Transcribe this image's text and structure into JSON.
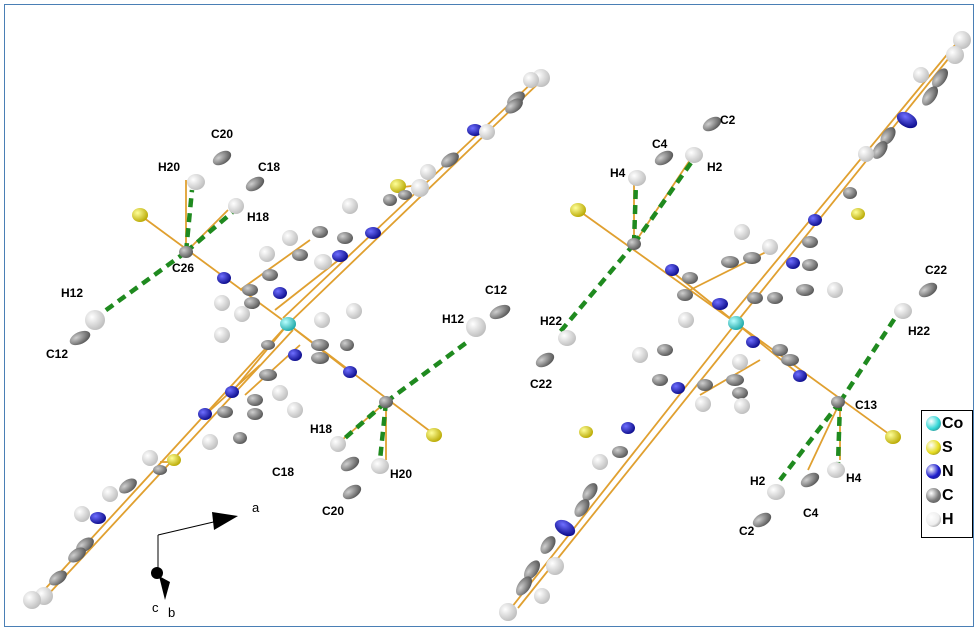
{
  "labels_left": [
    {
      "t": "C20"
    },
    {
      "t": "H20"
    },
    {
      "t": "C18"
    },
    {
      "t": "H18"
    },
    {
      "t": "C26"
    },
    {
      "t": "H12"
    },
    {
      "t": "C12"
    },
    {
      "t": "C12"
    },
    {
      "t": "H12"
    },
    {
      "t": "H18"
    },
    {
      "t": "C18"
    },
    {
      "t": "H20"
    },
    {
      "t": "C20"
    }
  ],
  "labels_right": [
    {
      "t": "C2"
    },
    {
      "t": "C4"
    },
    {
      "t": "H4"
    },
    {
      "t": "H2"
    },
    {
      "t": "H22"
    },
    {
      "t": "C22"
    },
    {
      "t": "C22"
    },
    {
      "t": "H22"
    },
    {
      "t": "C13"
    },
    {
      "t": "H2"
    },
    {
      "t": "H4"
    },
    {
      "t": "C4"
    },
    {
      "t": "C2"
    }
  ],
  "axes": {
    "a": "a",
    "c": "c",
    "b": "b"
  },
  "legend": [
    {
      "symbol": "Co",
      "color": "#33d6d6"
    },
    {
      "symbol": "S",
      "color": "#e6dc1e"
    },
    {
      "symbol": "N",
      "color": "#1a1acc"
    },
    {
      "symbol": "C",
      "color": "#7a7a7a"
    },
    {
      "symbol": "H",
      "color": "#eeeeee"
    }
  ],
  "colors": {
    "bond": "#e0a030",
    "contact": "#1f8a1f",
    "carbon": "#7a7a7a",
    "nitrogen": "#1a1acc",
    "sulfur": "#e6dc1e",
    "cobalt": "#33d6d6",
    "hydrogen": "#eeeeee"
  }
}
